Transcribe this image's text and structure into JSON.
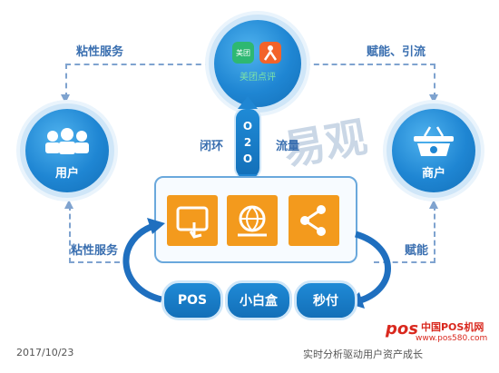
{
  "top_app": {
    "icon_left_text": "美团",
    "name": "美团点评"
  },
  "left_node": {
    "label": "用户"
  },
  "right_node": {
    "label": "商户"
  },
  "edges": {
    "top_left": "粘性服务",
    "top_right": "赋能、引流",
    "bottom_left": "粘性服务",
    "bottom_right": "赋能"
  },
  "center_link": {
    "left": "闭环",
    "right": "流量",
    "o2o": [
      "O",
      "2",
      "O"
    ]
  },
  "watermark": "易观",
  "pills": [
    "POS",
    "小白盒",
    "秒付"
  ],
  "footer": {
    "date": "2017/10/23",
    "caption": "实时分析驱动用户资产成长",
    "brand_text": "中国POS机网",
    "brand_url": "www.pos580.com",
    "brand_logo": "pos"
  },
  "colors": {
    "blue": "#1f86d3",
    "orange": "#f39a1d",
    "green": "#2eb872",
    "dash": "#7fa3cf"
  }
}
